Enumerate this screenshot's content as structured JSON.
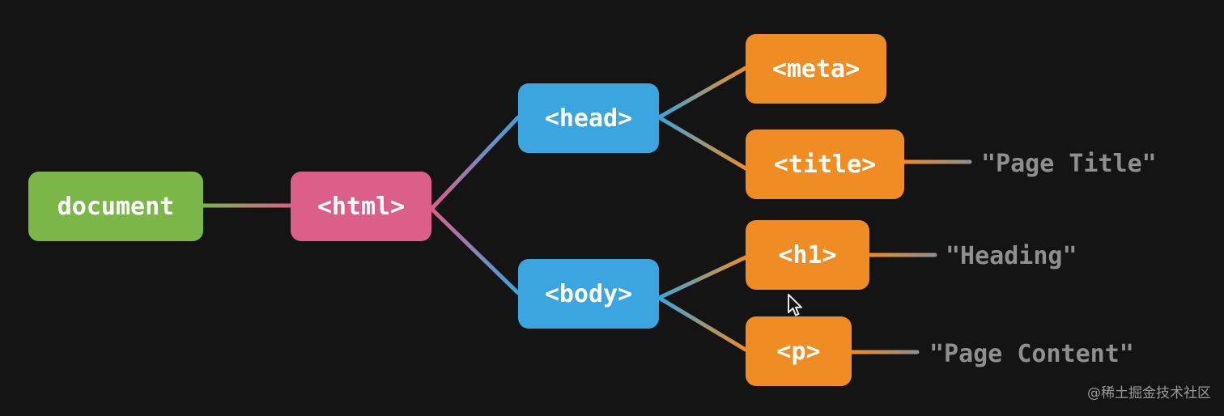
{
  "nodes": {
    "document": "document",
    "html": "<html>",
    "head": "<head>",
    "body": "<body>",
    "meta": "<meta>",
    "title": "<title>",
    "h1": "<h1>",
    "p": "<p>"
  },
  "text_nodes": {
    "title_text": "\"Page Title\"",
    "heading_text": "\"Heading\"",
    "content_text": "\"Page Content\""
  },
  "watermark": "@稀土掘金技术社区",
  "icons": {
    "pointer": "mouse-pointer-icon"
  },
  "colors": {
    "background": "#141414",
    "document": "#7ab648",
    "html": "#dc5f8a",
    "head_body": "#3aa5df",
    "leaf_elements": "#ef8c24",
    "text_nodes": "#8f8f8f"
  }
}
